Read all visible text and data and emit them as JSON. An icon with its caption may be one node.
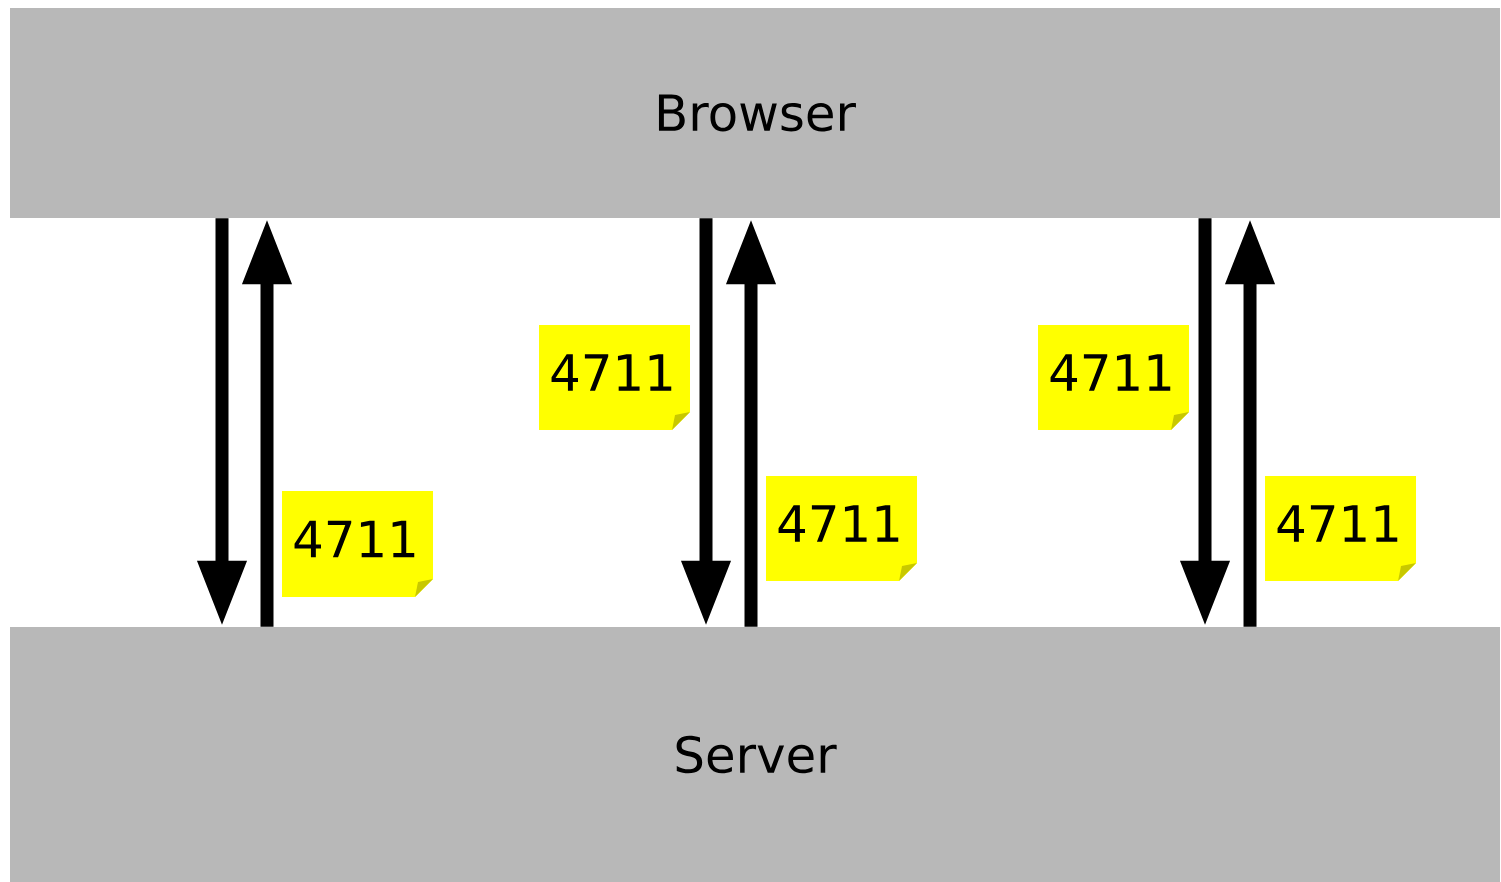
{
  "diagram": {
    "nodes": [
      {
        "text": [
          "Browser"
        ]
      },
      {
        "text": [
          "Server"
        ]
      }
    ],
    "edges": [
      {
        "from": 0,
        "to": 1,
        "arrow": "to"
      },
      {
        "from": 1,
        "to": 0,
        "arrow": "to",
        "label": "4711"
      },
      {
        "from": 0,
        "to": 1,
        "arrow": "to",
        "label": "4711"
      },
      {
        "from": 1,
        "to": 0,
        "arrow": "to",
        "label": "4711"
      },
      {
        "from": 0,
        "to": 1,
        "arrow": "to",
        "label": "4711"
      },
      {
        "from": 1,
        "to": 0,
        "arrow": "to",
        "label": "4711"
      }
    ]
  }
}
